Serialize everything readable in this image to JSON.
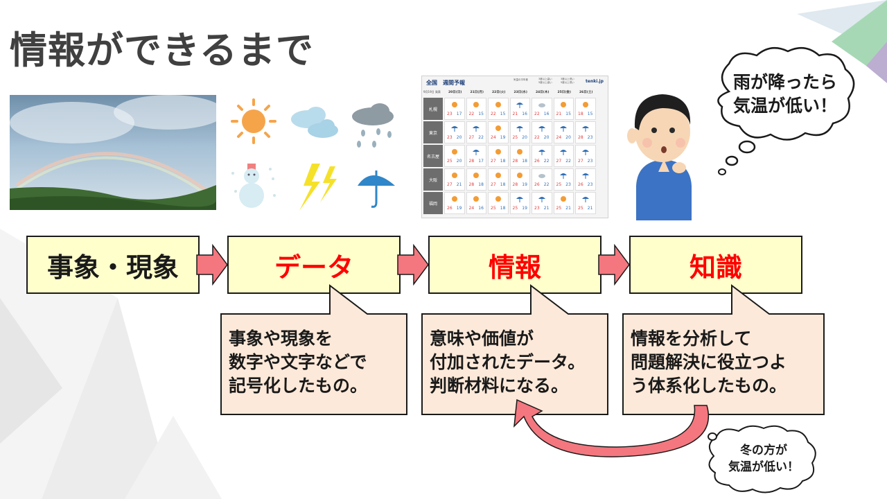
{
  "slide": {
    "title": "情報ができるまで",
    "colors": {
      "title": "#404040",
      "box_fill": "#ffffcc",
      "box_border": "#1a1a1a",
      "accent_red": "#ff0000",
      "callout_fill": "#fde9d9",
      "arrow_fill": "#f4777f"
    }
  },
  "images": {
    "photo": "rainbow-landscape",
    "weather_icons": [
      "sun-icon",
      "cloud-icon",
      "rain-cloud-icon",
      "snowman-icon",
      "lightning-icon",
      "umbrella-icon"
    ],
    "person": "thinking-man"
  },
  "forecast": {
    "title": "全国　週間予報",
    "brand": "tenki.jp",
    "issued": "9月19日 発表",
    "legend": [
      "3度以上高い",
      "3度以上低い",
      "5度以上高い",
      "5度以上低い"
    ],
    "legend_label": "気温の平年差",
    "days": [
      "20日(日)",
      "21日(月)",
      "22日(火)",
      "23日(水)",
      "24日(木)",
      "25日(金)",
      "26日(土)"
    ],
    "cities": [
      {
        "name": "札幌",
        "icons": [
          "sun",
          "sun",
          "sun",
          "umb",
          "cloud",
          "sun",
          "sun"
        ],
        "temps": [
          [
            "23",
            "17"
          ],
          [
            "22",
            "15"
          ],
          [
            "22",
            "15"
          ],
          [
            "21",
            "16"
          ],
          [
            "22",
            "16"
          ],
          [
            "21",
            "15"
          ],
          [
            "18",
            "15"
          ]
        ]
      },
      {
        "name": "東京",
        "icons": [
          "umb",
          "umb",
          "sun",
          "umb",
          "umb",
          "umb",
          "umb"
        ],
        "temps": [
          [
            "23",
            "20"
          ],
          [
            "27",
            "22"
          ],
          [
            "24",
            "19"
          ],
          [
            "25",
            "20"
          ],
          [
            "22",
            "20"
          ],
          [
            "24",
            "20"
          ],
          [
            "28",
            "23"
          ]
        ]
      },
      {
        "name": "名古屋",
        "icons": [
          "sun",
          "umb",
          "sun",
          "sun",
          "umb",
          "umb",
          "umb"
        ],
        "temps": [
          [
            "25",
            "20"
          ],
          [
            "28",
            "17"
          ],
          [
            "27",
            "18"
          ],
          [
            "28",
            "18"
          ],
          [
            "26",
            "22"
          ],
          [
            "27",
            "22"
          ],
          [
            "27",
            "23"
          ]
        ]
      },
      {
        "name": "大阪",
        "icons": [
          "sun",
          "sun",
          "sun",
          "sun",
          "cloud",
          "umb",
          "umb"
        ],
        "temps": [
          [
            "27",
            "21"
          ],
          [
            "28",
            "18"
          ],
          [
            "27",
            "18"
          ],
          [
            "28",
            "19"
          ],
          [
            "26",
            "22"
          ],
          [
            "25",
            "23"
          ],
          [
            "26",
            "23"
          ]
        ]
      },
      {
        "name": "福岡",
        "icons": [
          "sun",
          "sun",
          "sun",
          "umb",
          "umb",
          "sun",
          "umb"
        ],
        "temps": [
          [
            "26",
            "19"
          ],
          [
            "24",
            "16"
          ],
          [
            "25",
            "18"
          ],
          [
            "25",
            "19"
          ],
          [
            "23",
            "21"
          ],
          [
            "25",
            "21"
          ],
          [
            "25",
            "21"
          ]
        ]
      }
    ]
  },
  "thought_top": "雨が降ったら\n気温が低い！",
  "thought_bottom": "冬の方が\n気温が低い！",
  "stages": [
    {
      "label": "事象・現象",
      "style": "dark"
    },
    {
      "label": "データ",
      "style": "red"
    },
    {
      "label": "情報",
      "style": "red"
    },
    {
      "label": "知識",
      "style": "red"
    }
  ],
  "callouts": [
    {
      "text": "事象や現象を\n数字や文字などで\n記号化したもの。"
    },
    {
      "text": "意味や価値が\n付加されたデータ。\n判断材料になる。"
    },
    {
      "text": "情報を分析して\n問題解決に役立つよ\nう体系化したもの。"
    }
  ]
}
